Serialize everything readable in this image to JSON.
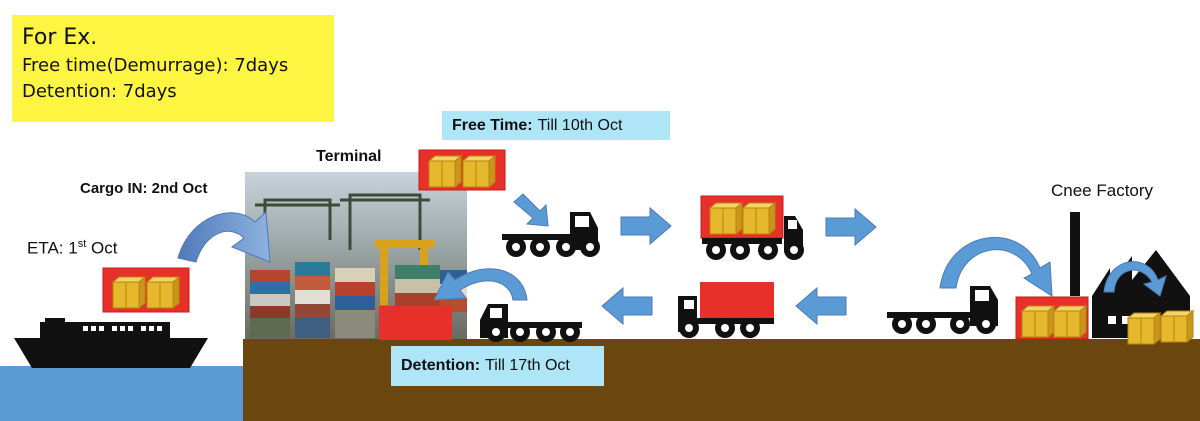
{
  "note": {
    "heading": "For Ex.",
    "line1": "Free time(Demurrage): 7days",
    "line2": "Detention: 7days",
    "bg_color": "#fdf542"
  },
  "labels": {
    "eta_prefix": "ETA: 1",
    "eta_sup": "st",
    "eta_suffix": " Oct",
    "cargo_in": "Cargo IN: 2nd Oct",
    "terminal": "Terminal",
    "factory": "Cnee Factory"
  },
  "free_time": {
    "title": "Free Time:",
    "value": "Till 10th Oct",
    "bg_color": "#aee5f7"
  },
  "detention": {
    "title": "Detention:",
    "value": "Till 17th Oct",
    "bg_color": "#aee5f7"
  },
  "colors": {
    "ground": "#6b470f",
    "sea": "#5b9bd5",
    "container_red": "#e8302a",
    "box_gold": "#e6b82e",
    "arrow_blue": "#5b9bd5",
    "vehicle_black": "#111111"
  }
}
